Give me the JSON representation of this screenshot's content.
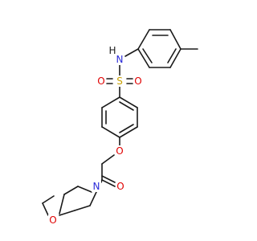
{
  "molecule": {
    "atoms": [
      {
        "element": "H",
        "label": "H",
        "color": "#1a1a1a"
      },
      {
        "element": "N",
        "label": "N",
        "color": "#2b2bd9"
      },
      {
        "element": "S",
        "label": "S",
        "color": "#c8a000"
      },
      {
        "element": "O",
        "label": "O",
        "color": "#e00000"
      },
      {
        "element": "O",
        "label": "O",
        "color": "#e00000"
      },
      {
        "element": "O",
        "label": "O",
        "color": "#e00000"
      },
      {
        "element": "O",
        "label": "O",
        "color": "#e00000"
      },
      {
        "element": "N",
        "label": "N",
        "color": "#2b2bd9"
      },
      {
        "element": "O",
        "label": "O",
        "color": "#e00000"
      }
    ],
    "colors": {
      "bond": "#1a1a1a",
      "carbon_label": "none"
    }
  }
}
